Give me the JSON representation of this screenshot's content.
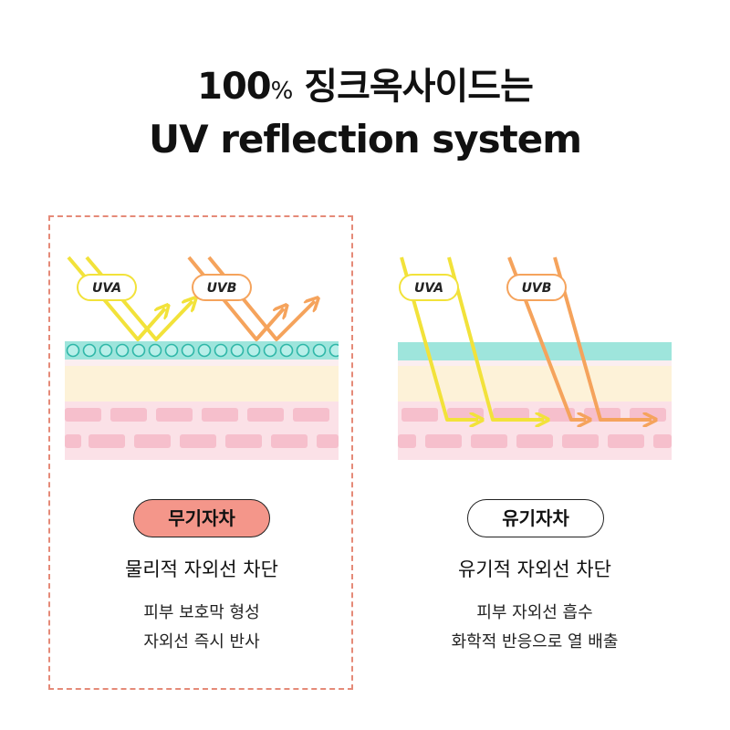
{
  "header": {
    "line1_num": "100",
    "line1_pct": "%",
    "line1_text": " 징크옥사이드는",
    "line2": "UV reflection system"
  },
  "left": {
    "uva_label": "UVA",
    "uvb_label": "UVB",
    "badge": "무기자차",
    "subtitle": "물리적 자외선 차단",
    "desc_line1": "피부 보호막 형성",
    "desc_line2": "자외선 즉시 반사"
  },
  "right": {
    "uva_label": "UVA",
    "uvb_label": "UVB",
    "badge": "유기자차",
    "subtitle": "유기적 자외선 차단",
    "desc_line1": "피부 자외선 흡수",
    "desc_line2": "화학적 반응으로 열 배출"
  },
  "colors": {
    "uva": "#f2e23a",
    "uvb": "#f5a35c",
    "filter_layer": "#9ee5dc",
    "skin_cream": "#fdf2d8",
    "skin_pink": "#fbe1e7",
    "cell": "#f6bfcc",
    "dashed_border": "#e58a78",
    "badge_inorganic": "#f4968a"
  }
}
